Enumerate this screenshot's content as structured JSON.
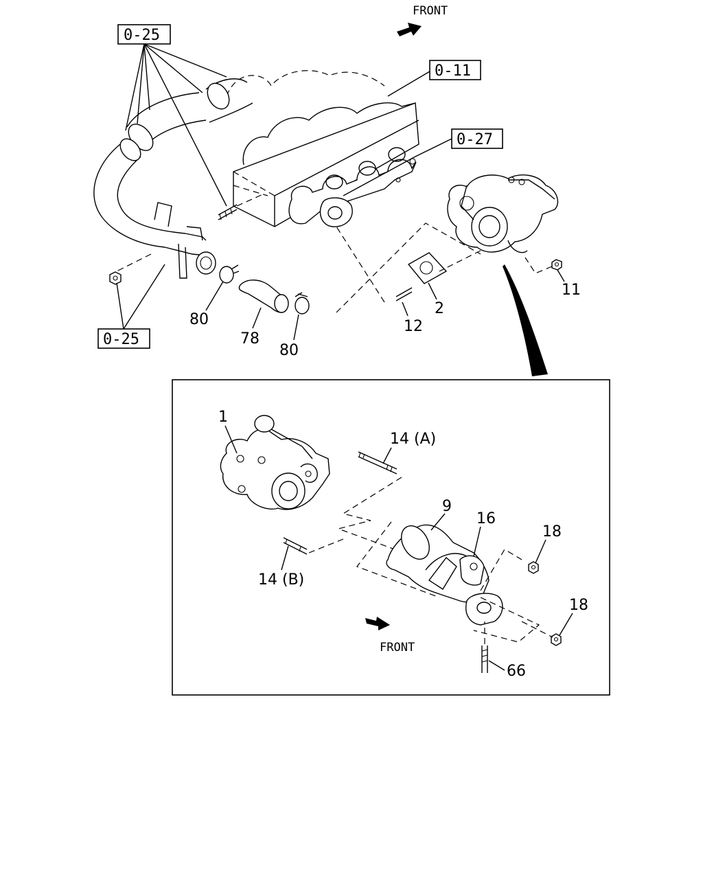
{
  "diagram": {
    "front_label_top": "FRONT",
    "front_label_detail": "FRONT",
    "references": {
      "ref_top_left": "0-25",
      "ref_engine": "0-11",
      "ref_manifold": "0-27",
      "ref_bottom_left": "0-25"
    },
    "callouts": {
      "c1": "1",
      "c2": "2",
      "c9": "9",
      "c11": "11",
      "c12": "12",
      "c14a": "14 (A)",
      "c14b": "14 (B)",
      "c16": "16",
      "c18a": "18",
      "c18b": "18",
      "c66": "66",
      "c78": "78",
      "c80a": "80",
      "c80b": "80"
    }
  }
}
